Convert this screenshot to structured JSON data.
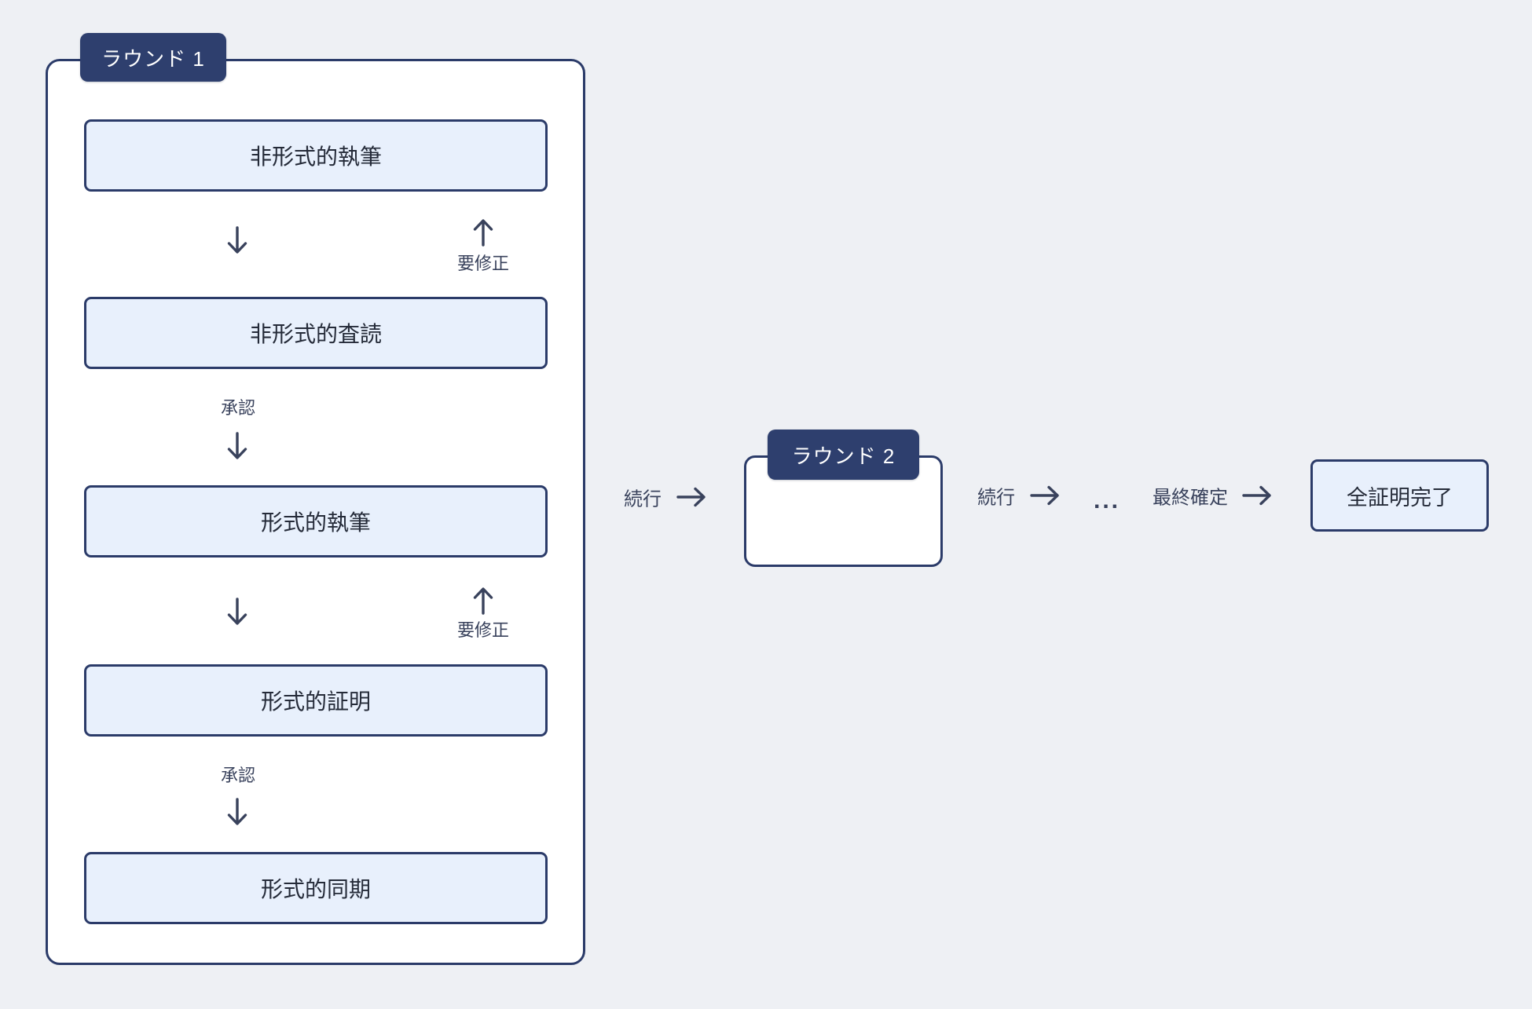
{
  "page": {
    "background_color": "#eef0f4"
  },
  "colors": {
    "navy_accent": "#2e3f6e",
    "box_border": "#2b3b69",
    "box_fill": "#e8f0fc",
    "panel_fill": "#ffffff",
    "arrow": "#39425c",
    "title_text": "#252b39",
    "badge_text": "#ffffff"
  },
  "diagram": {
    "round1": {
      "badge_label": "ラウンド 1",
      "stages": [
        "非形式的執筆",
        "非形式的査読",
        "形式的執筆",
        "形式的証明",
        "形式的同期"
      ],
      "approve_label": "承認",
      "revise_label": "要修正"
    },
    "round2": {
      "badge_label": "ラウンド 2"
    },
    "flow": {
      "continue_label": "続行",
      "ellipsis": "...",
      "finalize_label": "最終確定",
      "complete_label": "全証明完了"
    }
  }
}
